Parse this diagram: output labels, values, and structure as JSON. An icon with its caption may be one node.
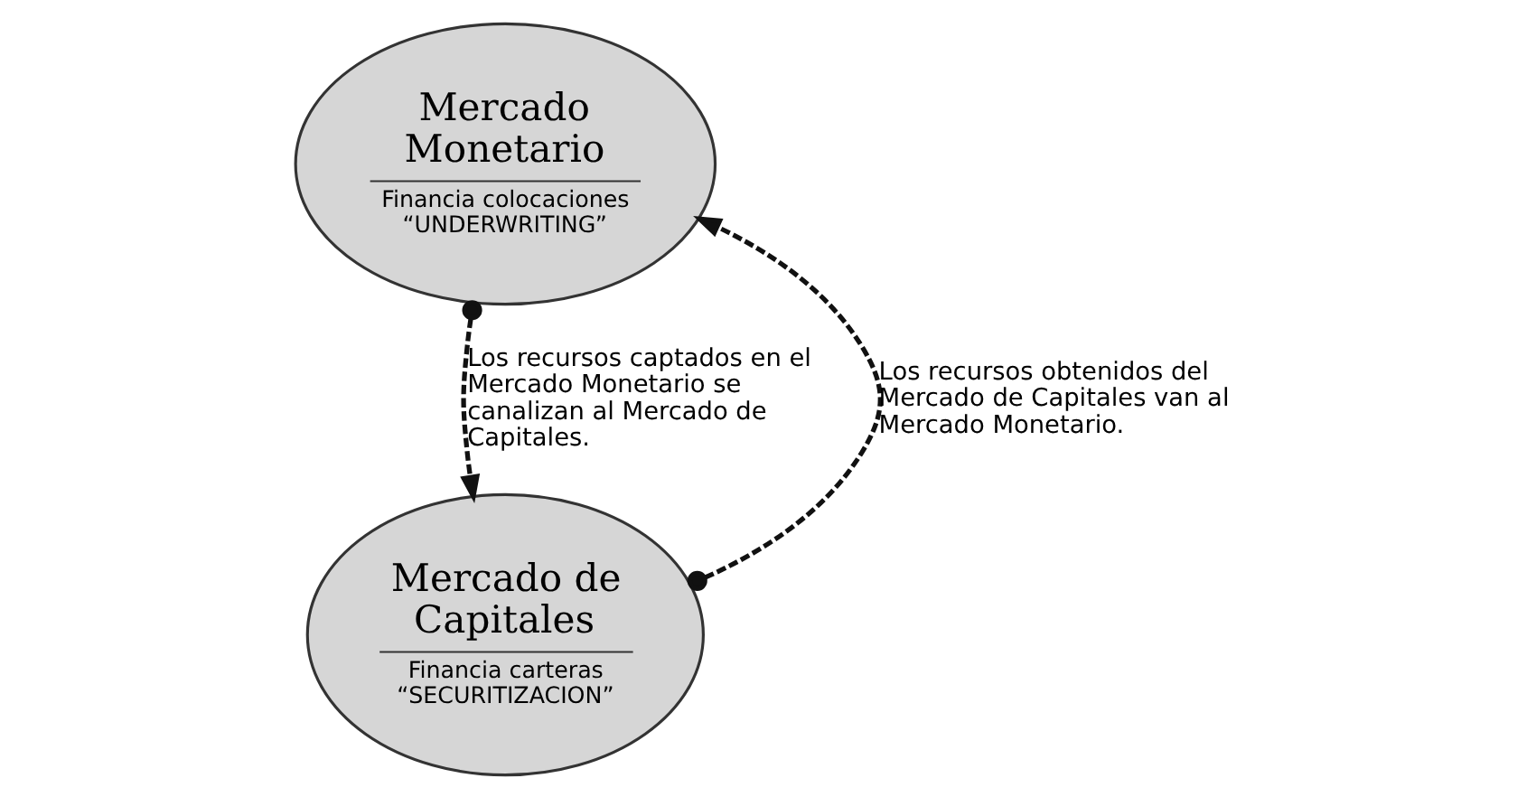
{
  "diagram": {
    "nodes": [
      {
        "text": [
          "Mercado Monetario",
          "Financia colocaciones “UNDERWRITING”"
        ]
      },
      {
        "text": [
          "Mercado de Capitales",
          "Financia carteras “SECURITIZACION”"
        ]
      }
    ],
    "edges": [
      {
        "from": 1,
        "to": 0,
        "arrow": "to",
        "style": "dashed",
        "label": "Los recursos obtenidos del Mercado de Capitales van al Mercado Monetario."
      },
      {
        "from": 0,
        "to": 1,
        "arrow": "to",
        "style": "dashed",
        "label": "Los recursos captados en el Mercado Monetario se canalizan al Mercado de Capitales."
      }
    ]
  }
}
